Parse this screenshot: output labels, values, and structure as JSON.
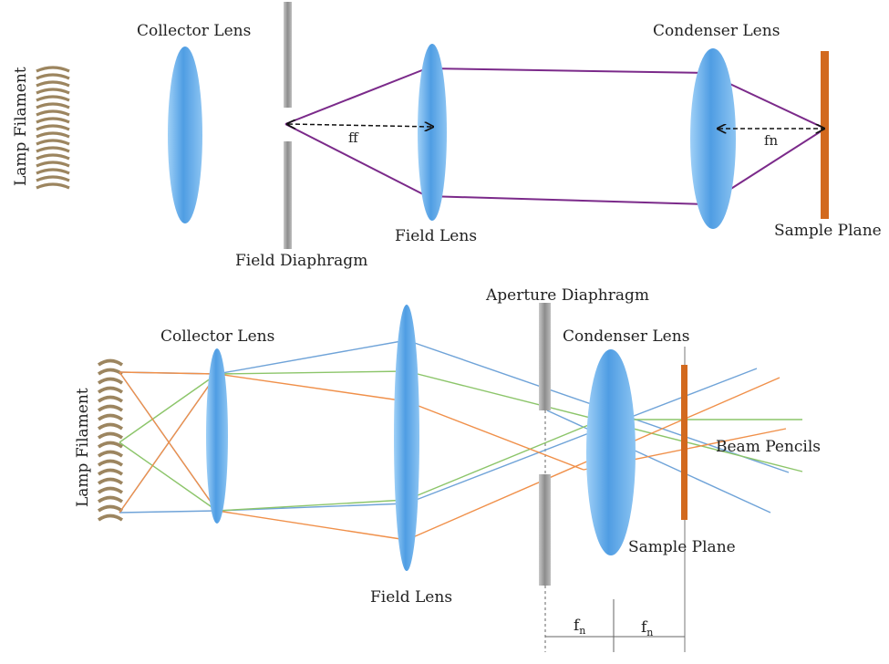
{
  "top_diagram": {
    "labels": {
      "lamp_filament": "Lamp Filament",
      "collector_lens": "Collector Lens",
      "field_diaphragm": "Field Diaphragm",
      "field_lens": "Field Lens",
      "condenser_lens": "Condenser Lens",
      "sample_plane": "Sample Plane",
      "ff": "ff",
      "fn": "fn"
    }
  },
  "bottom_diagram": {
    "labels": {
      "lamp_filament": "Lamp Filament",
      "collector_lens": "Collector Lens",
      "field_lens": "Field Lens",
      "aperture_diaphragm": "Aperture Diaphragm",
      "condenser_lens": "Condenser Lens",
      "sample_plane": "Sample Plane",
      "beam_pencils": "Beam Pencils",
      "fn_base_1": "f",
      "fn_sub_1": "n",
      "fn_base_2": "f",
      "fn_sub_2": "n"
    }
  },
  "colors": {
    "lens": "#5aa6e6",
    "ray_top": "#7b2a8a",
    "ray_blue": "#6fa3d8",
    "ray_green": "#8cc56a",
    "ray_orange": "#f0904a",
    "sample_plane": "#d2691e",
    "diaphragm": "#9a9a9a",
    "filament": "#a08a6a"
  }
}
